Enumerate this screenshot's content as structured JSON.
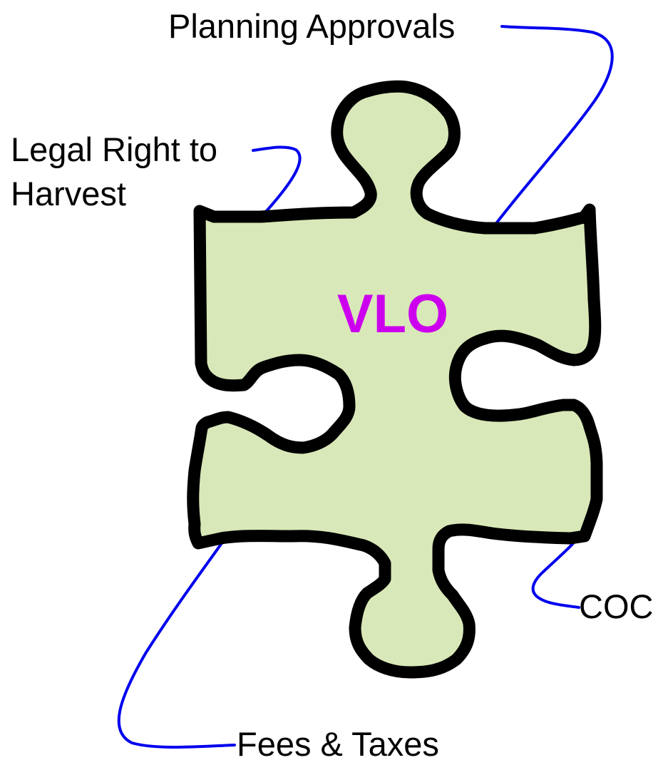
{
  "diagram": {
    "center_label": "VLO",
    "labels": {
      "planning": "Planning Approvals",
      "legal_line1": "Legal Right to",
      "legal_line2": "Harvest",
      "coc": "COC",
      "fees": "Fees & Taxes"
    }
  },
  "colors": {
    "piece_fill": "#d9e8b8",
    "piece_outline": "#000000",
    "center_text": "#cc00ee",
    "leader_lines": "#0000ee",
    "label_text": "#000000"
  }
}
